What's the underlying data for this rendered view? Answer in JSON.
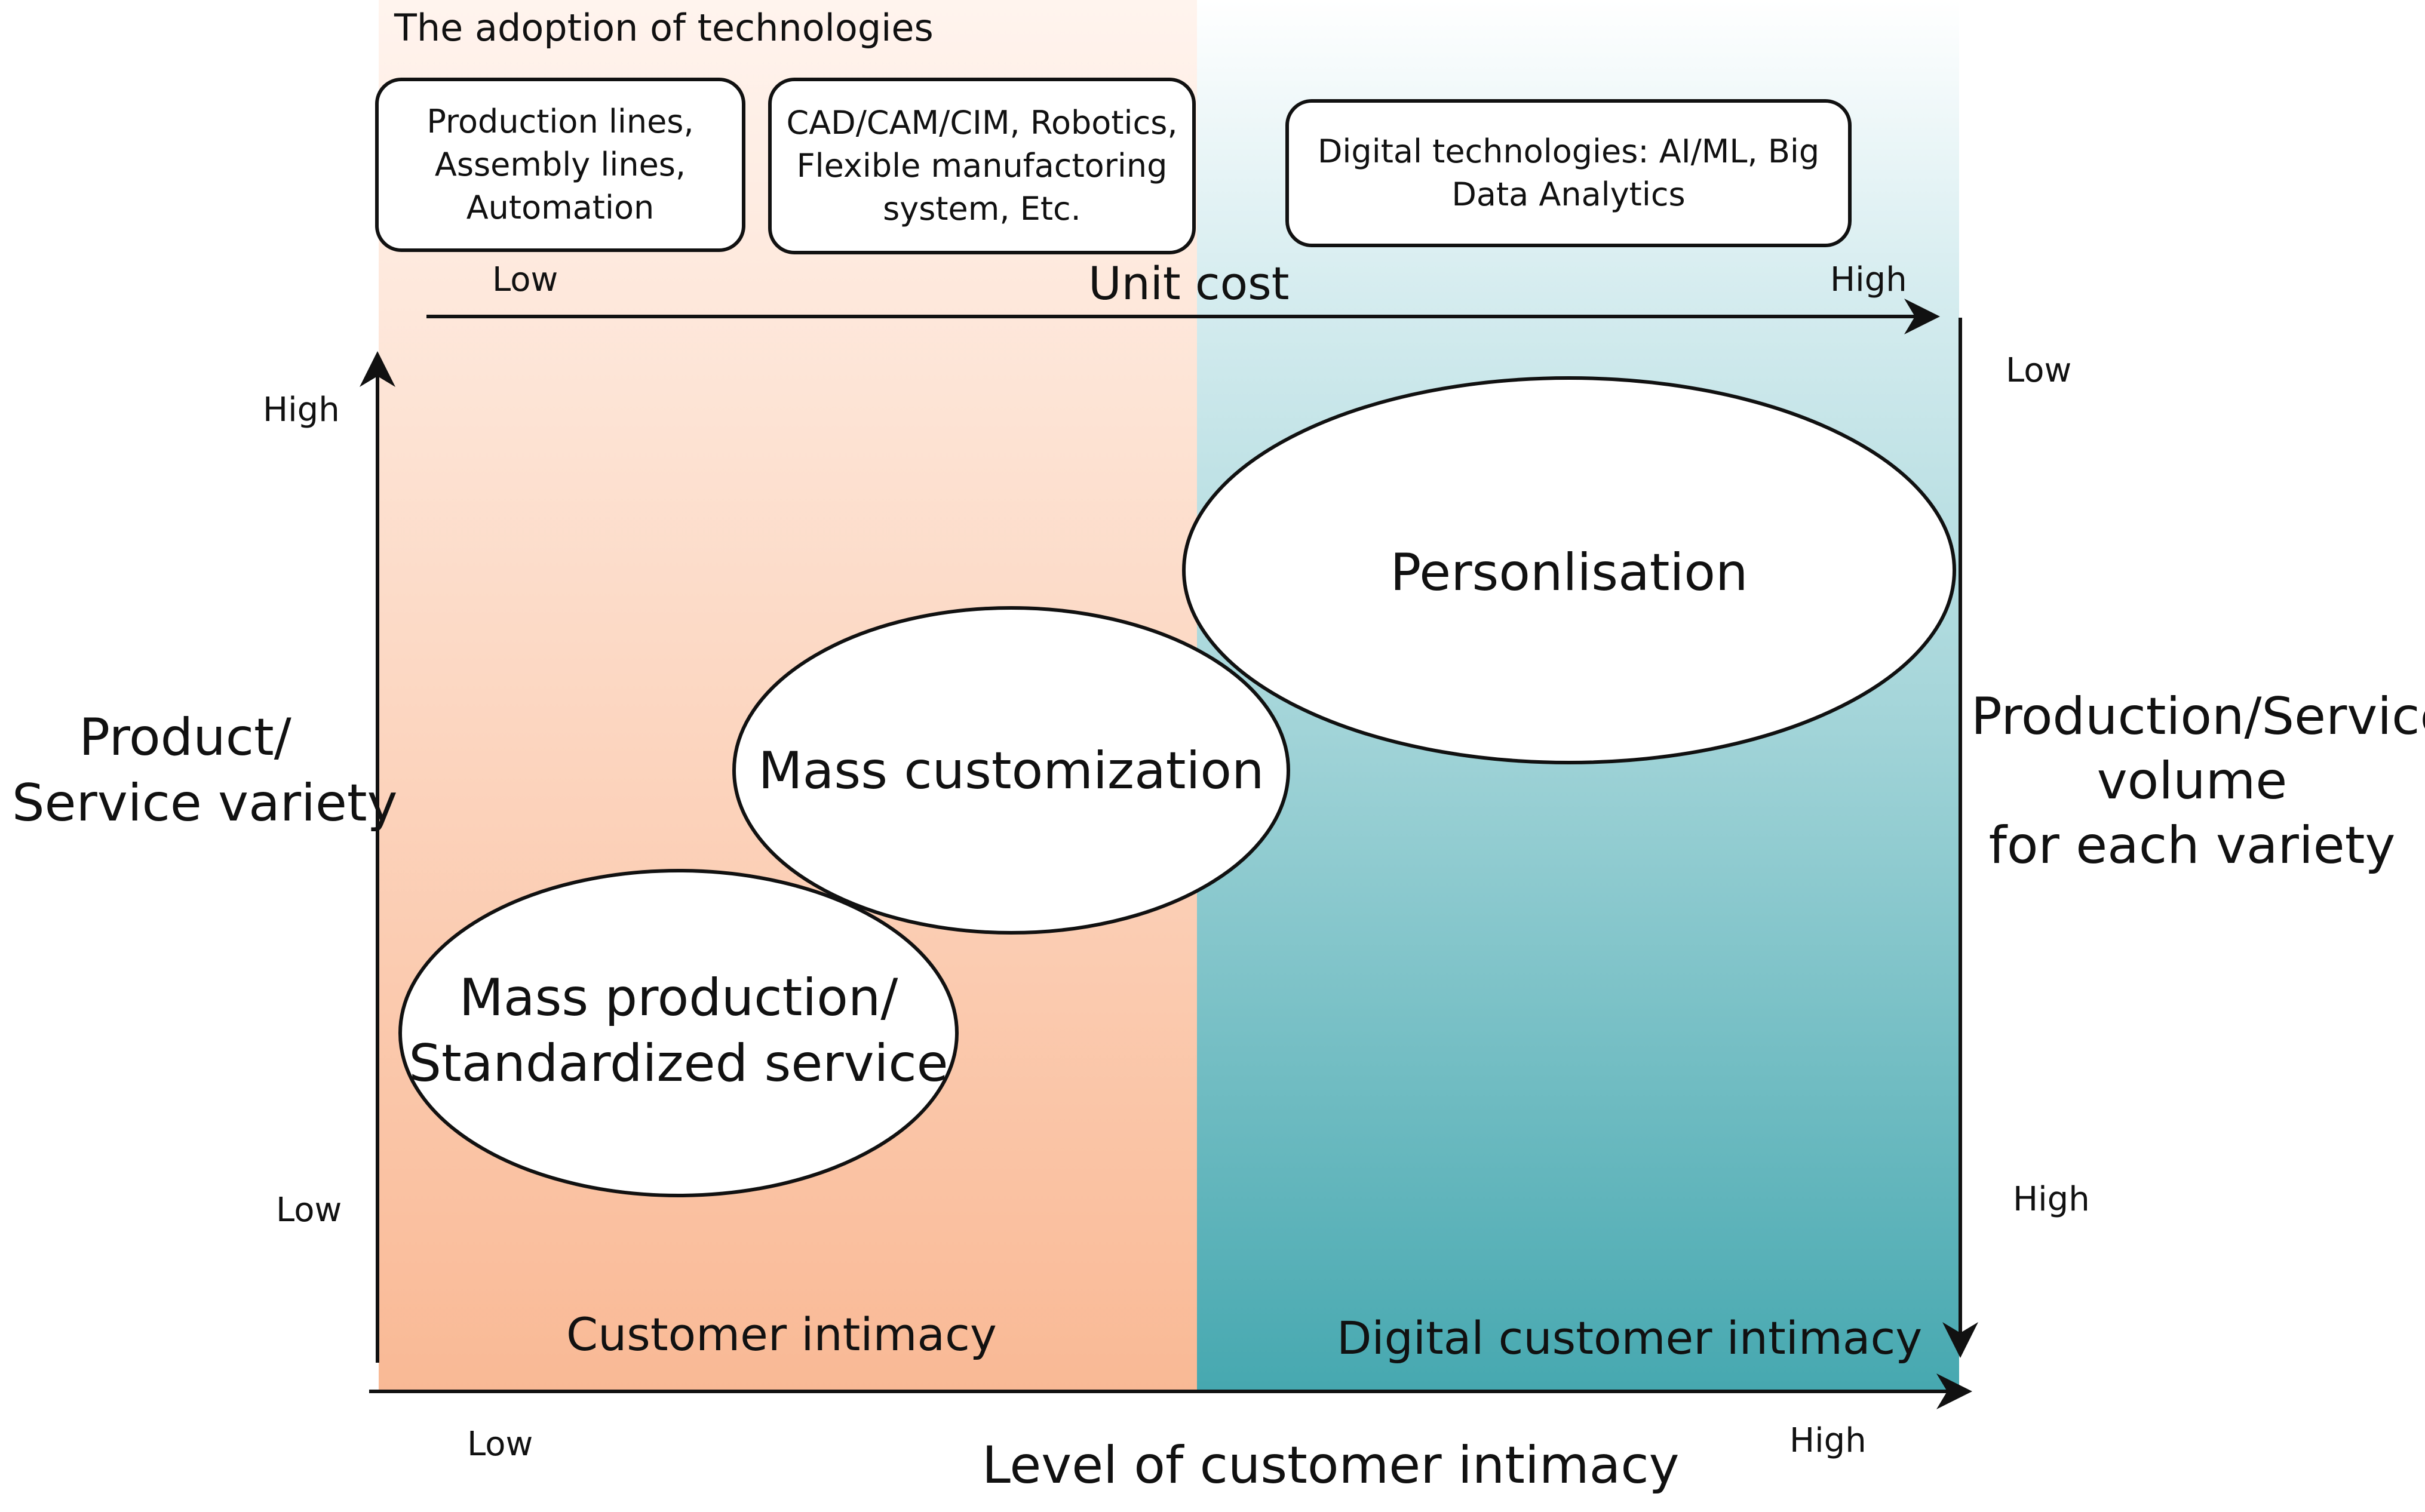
{
  "header": {
    "title": "The adoption of technologies"
  },
  "technologies": [
    {
      "text": "Production lines, Assembly lines, Automation"
    },
    {
      "text": "CAD/CAM/CIM, Robotics, Flexible manufactoring system, Etc."
    },
    {
      "text": "Digital technologies: AI/ML, Big Data Analytics"
    }
  ],
  "unit_cost": {
    "label": "Unit cost",
    "low": "Low",
    "high": "High"
  },
  "variety_axis": {
    "label_line1": "Product/",
    "label_line2": "Service variety",
    "high": "High",
    "low": "Low"
  },
  "volume_axis": {
    "label_line1": "Production/Service",
    "label_line2": "volume",
    "label_line3": "for each variety",
    "low": "Low",
    "high": "High"
  },
  "intimacy_axis": {
    "label": "Level of customer intimacy",
    "low": "Low",
    "high": "High"
  },
  "regions": {
    "left": "Customer intimacy",
    "right": "Digital customer intimacy"
  },
  "strategies": {
    "mass_production_line1": "Mass production/",
    "mass_production_line2": "Standardized service",
    "mass_customization": "Mass customization",
    "personalisation": "Personlisation"
  },
  "colors": {
    "left_region": "#f9b995",
    "right_region": "#46a8b0",
    "stroke": "#111111"
  }
}
